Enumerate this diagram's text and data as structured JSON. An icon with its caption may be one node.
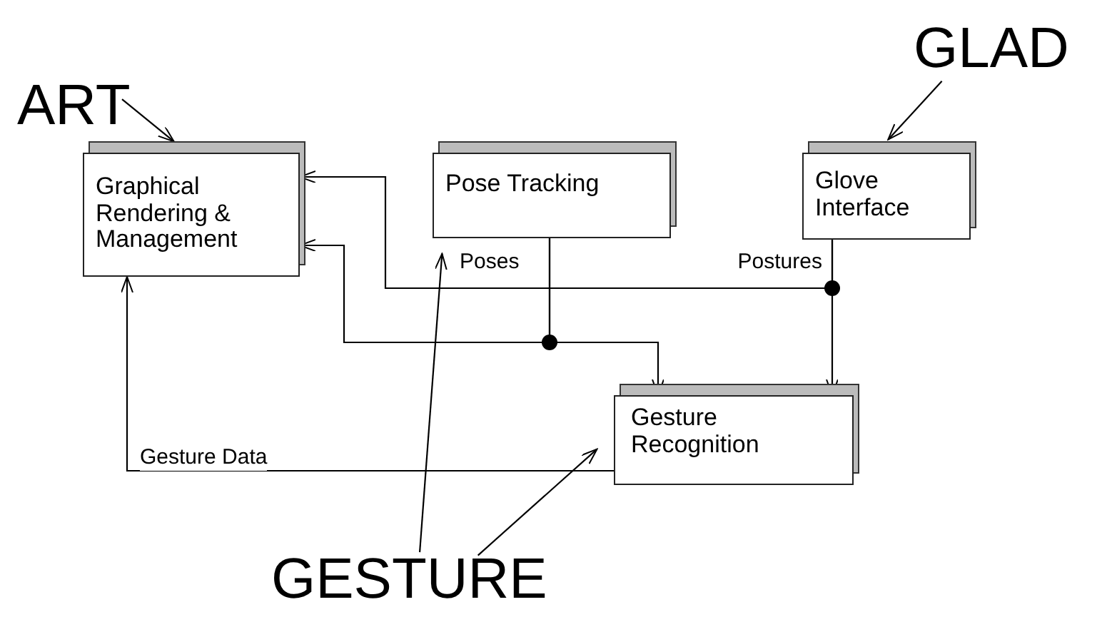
{
  "diagram": {
    "nodes": [
      {
        "text": [
          "ART"
        ]
      },
      {
        "text": [
          "GLAD"
        ]
      },
      {
        "text": [
          "Graphical Rendering & Management"
        ]
      },
      {
        "text": [
          "Pose Tracking"
        ]
      },
      {
        "text": [
          "Glove Interface"
        ]
      },
      {
        "text": [
          "Gesture Recognition"
        ]
      },
      {
        "text": [
          "GESTURE"
        ]
      }
    ],
    "edges": [
      {
        "from": 0,
        "to": 2,
        "arrow": "to"
      },
      {
        "from": 1,
        "to": 4,
        "arrow": "to"
      },
      {
        "from": 3,
        "to": 2,
        "arrow": "to",
        "label": "Poses"
      },
      {
        "from": 3,
        "to": 5,
        "arrow": "to"
      },
      {
        "from": 4,
        "to": 2,
        "arrow": "to",
        "label": "Postures"
      },
      {
        "from": 4,
        "to": 5,
        "arrow": "to"
      },
      {
        "from": 5,
        "to": 2,
        "arrow": "to",
        "label": "Gesture Data"
      },
      {
        "from": 6,
        "to": 3,
        "arrow": "to"
      },
      {
        "from": 6,
        "to": 5,
        "arrow": "to"
      }
    ]
  }
}
